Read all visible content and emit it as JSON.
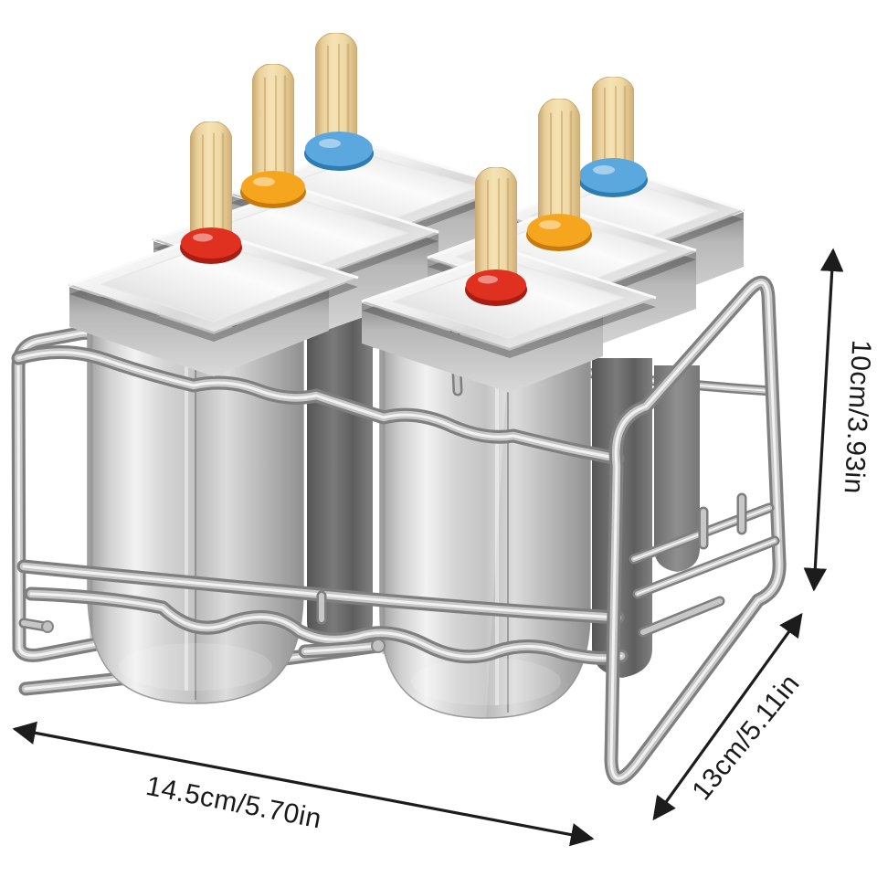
{
  "background_color": "#ffffff",
  "product": {
    "mold_count": 6,
    "stick_count": 6,
    "rings": [
      {
        "position": "left-front",
        "color_name": "red",
        "color": "#e03020",
        "shadow": "#a81e12"
      },
      {
        "position": "left-middle",
        "color_name": "orange",
        "color": "#f6a61e",
        "shadow": "#c87a0c"
      },
      {
        "position": "left-back",
        "color_name": "blue",
        "color": "#5ba8df",
        "shadow": "#2e7cb0"
      },
      {
        "position": "right-front",
        "color_name": "red",
        "color": "#e03020",
        "shadow": "#a81e12"
      },
      {
        "position": "right-middle",
        "color_name": "orange",
        "color": "#f6a61e",
        "shadow": "#c87a0c"
      },
      {
        "position": "right-back",
        "color_name": "blue",
        "color": "#5ba8df",
        "shadow": "#2e7cb0"
      }
    ],
    "materials": {
      "metal_light": "#f2f2f2",
      "metal_mid": "#c4c4c4",
      "metal_dark": "#9a9a9a",
      "dark_gap": "#555555",
      "wood": "#f5e3b4"
    }
  },
  "annotations": {
    "arrow_color": "#1c1c1c",
    "text_color": "#1a1a1a",
    "height_label": "10cm/3.93in",
    "depth_label": "13cm/5.11in",
    "width_label": "14.5cm/5.70in"
  }
}
